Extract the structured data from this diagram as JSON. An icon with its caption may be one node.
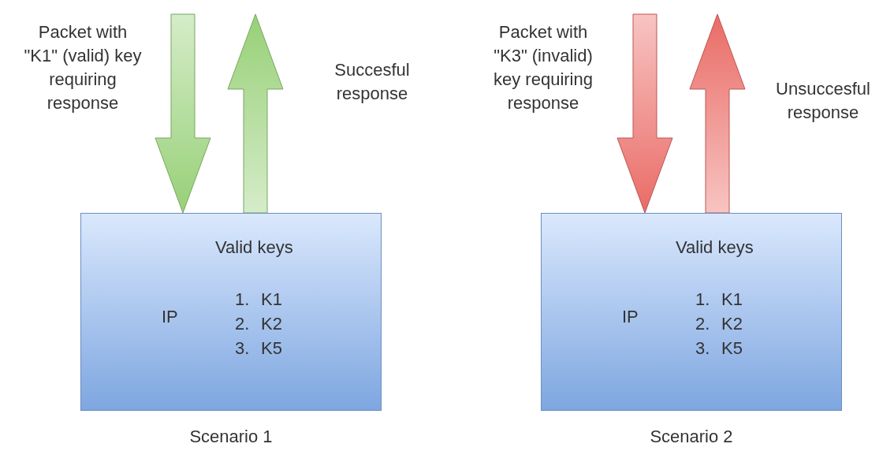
{
  "diagram": {
    "nodes": [
      {
        "text": [
          "Valid keys",
          "IP",
          "1.",
          "K1",
          "2.",
          "K2",
          "3.",
          "K5"
        ],
        "beside": [
          "Scenario 1"
        ]
      },
      {
        "text": [
          "Valid keys",
          "IP",
          "1.",
          "K1",
          "2.",
          "K2",
          "3.",
          "K5"
        ],
        "beside": [
          "Scenario 2"
        ]
      }
    ],
    "edges": [
      {
        "from": null,
        "to": 0,
        "arrow": "to",
        "label": "Packet with \"K1\" (valid) key requiring response",
        "style": "thick",
        "color": "#97d077"
      },
      {
        "from": 0,
        "to": null,
        "arrow": "to",
        "label": "Succesful response",
        "style": "thick",
        "color": "#97d077"
      },
      {
        "from": null,
        "to": 1,
        "arrow": "to",
        "label": "Packet with \"K3\" (invalid) key requiring response",
        "style": "thick",
        "color": "#ea6b66"
      },
      {
        "from": 1,
        "to": null,
        "arrow": "to",
        "label": "Unsuccesful response",
        "style": "thick",
        "color": "#ea6b66"
      }
    ]
  }
}
